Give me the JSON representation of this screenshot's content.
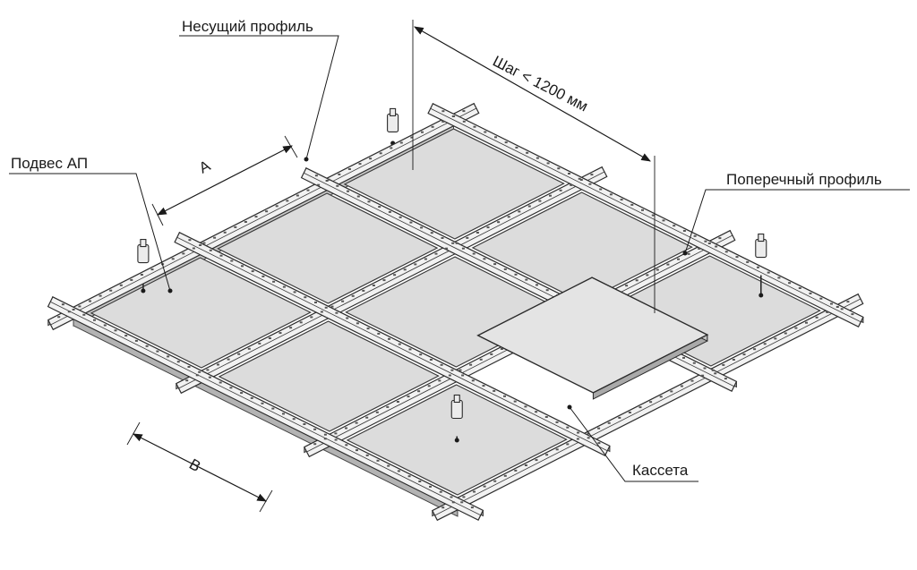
{
  "labels": {
    "main_profile": "Несущий профиль",
    "hanger": "Подвес АП",
    "cross_profile": "Поперечный профиль",
    "cassette": "Кассета",
    "dimension_a": "А",
    "dimension_b": "В",
    "step": "Шаг < 1200 мм"
  },
  "colors": {
    "panel": "#dcdcdc",
    "profile": "#f2f2f2",
    "line": "#1a1a1a"
  }
}
